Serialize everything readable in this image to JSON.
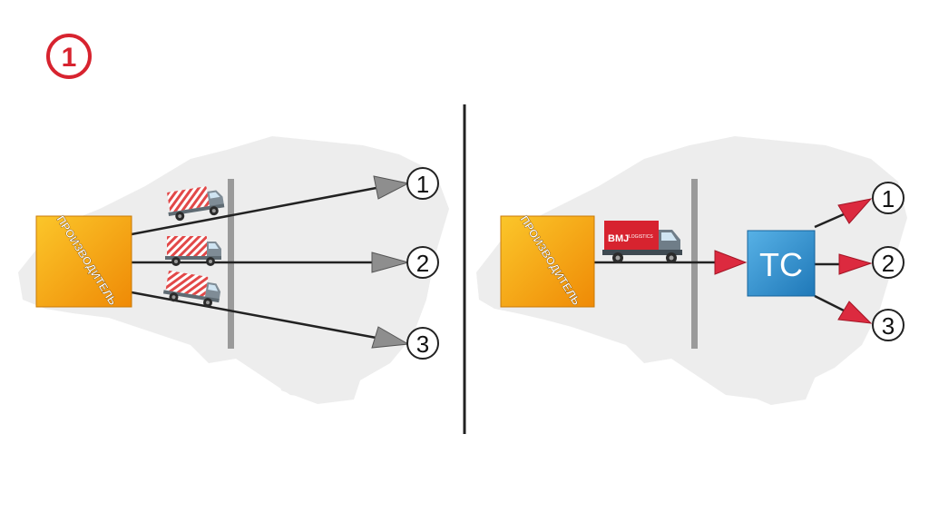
{
  "step_number": "1",
  "left_scheme": {
    "producer_label": "ПРОИЗВОДИТЕЛЬ",
    "destinations": [
      "1",
      "2",
      "3"
    ]
  },
  "right_scheme": {
    "producer_label": "ПРОИЗВОДИТЕЛЬ",
    "truck_logo_brand": "BMJ",
    "truck_logo_subtitle": "LOGISTICS",
    "hub_label": "ТС",
    "destinations": [
      "1",
      "2",
      "3"
    ]
  },
  "colors": {
    "accent_red": "#d7232f",
    "arrow_red": "#dc2a3f",
    "arrow_gray": "#8e8e8e",
    "producer_orange": "#f4a20a",
    "hub_blue": "#2f8fcc",
    "map_gray": "#ececec",
    "barrier_gray": "#9a9a9a"
  },
  "icons": [
    "truck-icon",
    "arrow-head-icon",
    "world-map-background"
  ]
}
